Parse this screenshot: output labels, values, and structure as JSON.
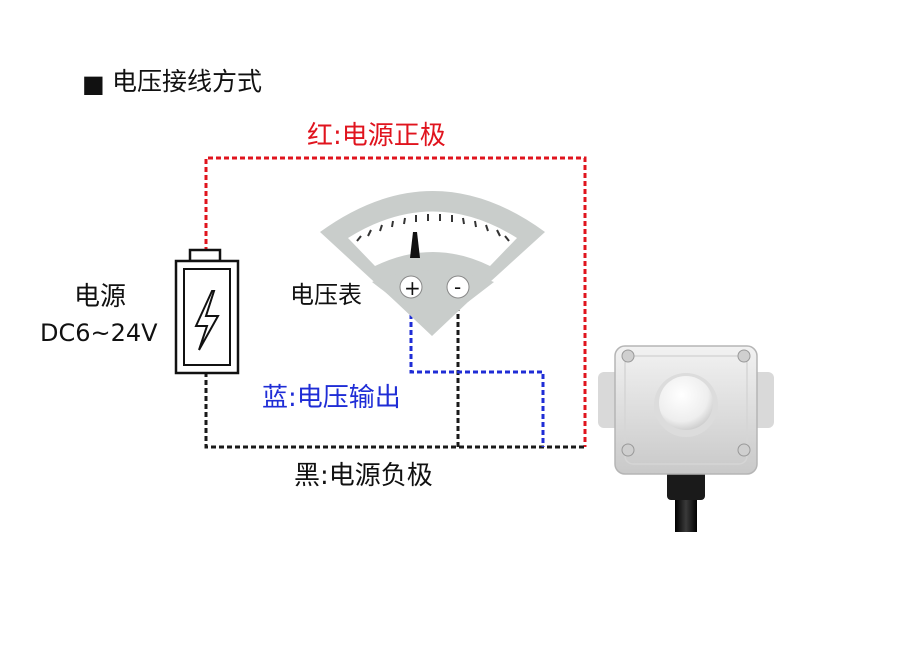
{
  "heading": {
    "marker": "■",
    "text": "电压接线方式"
  },
  "wires": {
    "red_label": "红:电源正极",
    "blue_label": "蓝:电压输出",
    "black_label": "黑:电源负极"
  },
  "power_supply": {
    "label_line1": "电源",
    "label_line2": "DC6~24V"
  },
  "voltmeter": {
    "label": "电压表",
    "plus": "+",
    "minus": "-"
  },
  "colors": {
    "red_wire": "#e0141e",
    "blue_wire": "#1f2dd6",
    "black_wire": "#1a1a1a",
    "red_text": "#e0141e",
    "blue_text": "#1f2dd6",
    "meter_face": "#c9cdcb"
  }
}
